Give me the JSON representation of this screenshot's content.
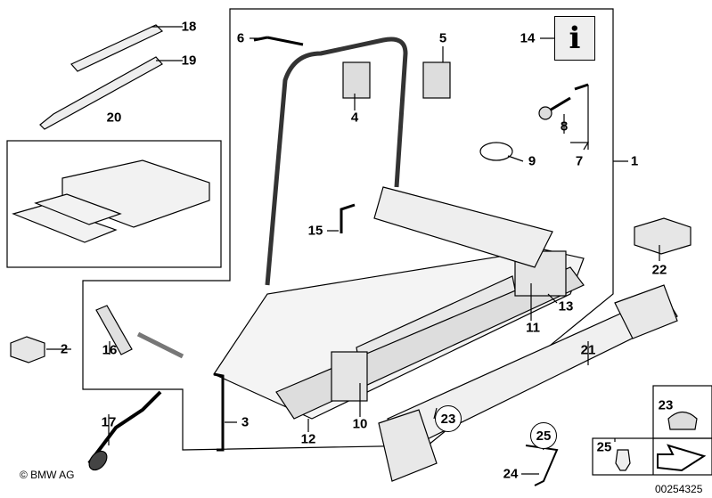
{
  "diagram": {
    "labels": {
      "l1": "1",
      "l2": "2",
      "l3": "3",
      "l4": "4",
      "l5": "5",
      "l6": "6",
      "l7": "7",
      "l8": "8",
      "l9": "9",
      "l10": "10",
      "l11": "11",
      "l12": "12",
      "l13": "13",
      "l14": "14",
      "l15": "15",
      "l16": "16",
      "l17": "17",
      "l18": "18",
      "l19": "19",
      "l20": "20",
      "l21": "21",
      "l22": "22",
      "l23": "23",
      "l24": "24",
      "l25": "25",
      "c23": "23",
      "c25": "25",
      "b23": "23",
      "b25": "25"
    },
    "info_icon": "i",
    "copyright": "© BMW AG",
    "document_number": "00254325"
  }
}
